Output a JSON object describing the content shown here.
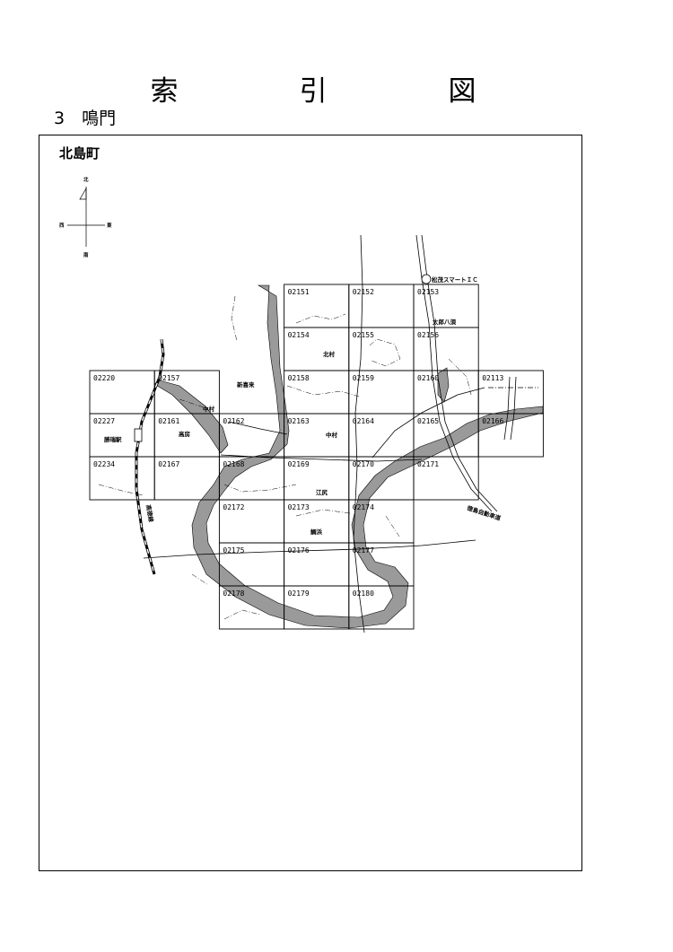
{
  "header": {
    "title": "索　引　図",
    "section": "3　鳴門"
  },
  "map": {
    "district": "北島町",
    "compass": {
      "north": "北",
      "south": "南",
      "east": "東",
      "west": "西"
    },
    "sheets": [
      {
        "id": "02151",
        "col": 3,
        "row": 0
      },
      {
        "id": "02152",
        "col": 4,
        "row": 0
      },
      {
        "id": "02153",
        "col": 5,
        "row": 0
      },
      {
        "id": "02154",
        "col": 3,
        "row": 1
      },
      {
        "id": "02155",
        "col": 4,
        "row": 1
      },
      {
        "id": "02156",
        "col": 5,
        "row": 1
      },
      {
        "id": "02220",
        "col": 0,
        "row": 2
      },
      {
        "id": "02157",
        "col": 1,
        "row": 2
      },
      {
        "id": "02158",
        "col": 3,
        "row": 2
      },
      {
        "id": "02159",
        "col": 4,
        "row": 2
      },
      {
        "id": "02160",
        "col": 5,
        "row": 2
      },
      {
        "id": "02113",
        "col": 6,
        "row": 2
      },
      {
        "id": "02227",
        "col": 0,
        "row": 3
      },
      {
        "id": "02161",
        "col": 1,
        "row": 3
      },
      {
        "id": "02162",
        "col": 2,
        "row": 3
      },
      {
        "id": "02163",
        "col": 3,
        "row": 3
      },
      {
        "id": "02164",
        "col": 4,
        "row": 3
      },
      {
        "id": "02165",
        "col": 5,
        "row": 3
      },
      {
        "id": "02166",
        "col": 6,
        "row": 3
      },
      {
        "id": "02234",
        "col": 0,
        "row": 4
      },
      {
        "id": "02167",
        "col": 1,
        "row": 4
      },
      {
        "id": "02168",
        "col": 2,
        "row": 4
      },
      {
        "id": "02169",
        "col": 3,
        "row": 4
      },
      {
        "id": "02170",
        "col": 4,
        "row": 4
      },
      {
        "id": "02171",
        "col": 5,
        "row": 4
      },
      {
        "id": "02172",
        "col": 2,
        "row": 5
      },
      {
        "id": "02173",
        "col": 3,
        "row": 5
      },
      {
        "id": "02174",
        "col": 4,
        "row": 5
      },
      {
        "id": "02175",
        "col": 2,
        "row": 6
      },
      {
        "id": "02176",
        "col": 3,
        "row": 6
      },
      {
        "id": "02177",
        "col": 4,
        "row": 6
      },
      {
        "id": "02178",
        "col": 2,
        "row": 7
      },
      {
        "id": "02179",
        "col": 3,
        "row": 7
      },
      {
        "id": "02180",
        "col": 4,
        "row": 7
      }
    ],
    "places": {
      "matsushige_ic": "松茂スマートＩＣ",
      "tarobe_hachisu": "太郎八須",
      "kitamura": "北村",
      "shinkiraiku": "新喜来",
      "nakamura_1": "中村",
      "nakamura_2": "中村",
      "takabo": "高房",
      "shozui_station": "勝瑞駅",
      "ejiri": "江尻",
      "nishikihama": "鯛浜",
      "kotoku_line": "高徳線",
      "expressway": "徳島自動車道"
    },
    "colors": {
      "river": "#9a9a9a",
      "line": "#000000"
    }
  }
}
